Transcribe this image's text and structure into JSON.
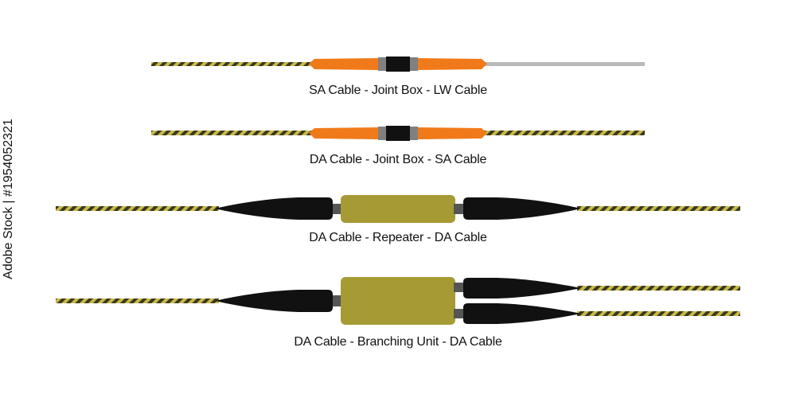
{
  "diagram": {
    "captions": {
      "row1": "SA Cable - Joint Box - LW Cable",
      "row2": "DA Cable - Joint Box - SA Cable",
      "row3": "DA Cable - Repeater - DA Cable",
      "row4": "DA Cable - Branching Unit - DA Cable"
    },
    "colors": {
      "armour_dark": "#3a3a1e",
      "armour_light": "#c9b94a",
      "lw_cable": "#b9b9b9",
      "joint_box": "#f07a1a",
      "joint_band": "#808080",
      "boot": "#111111",
      "repeater_body": "#a69a35",
      "branching_body": "#a69a35",
      "neck": "#555555"
    }
  },
  "watermark": {
    "stock_id": "Adobe Stock | #1954052321"
  }
}
